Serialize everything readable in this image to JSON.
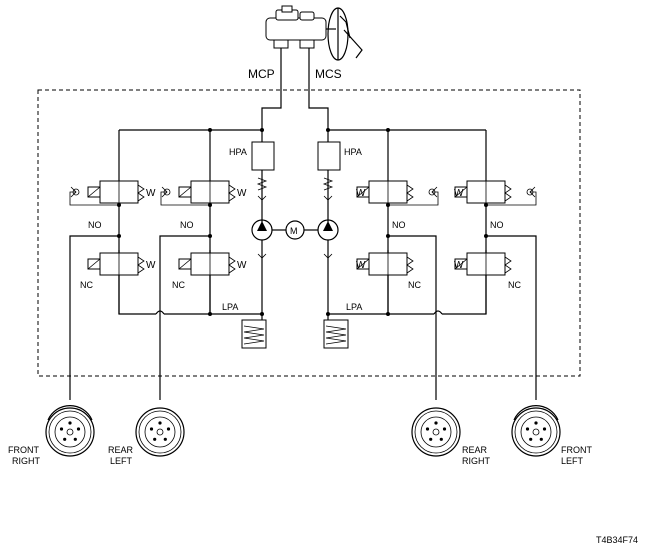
{
  "labels": {
    "mcp": "MCP",
    "mcs": "MCS",
    "hpa": "HPA",
    "lpa": "LPA",
    "motor": "M",
    "no": "NO",
    "nc": "NC",
    "w": "W",
    "front": "FRONT",
    "rear": "REAR",
    "right": "RIGHT",
    "left": "LEFT",
    "figure_code": "T4B34F74"
  }
}
